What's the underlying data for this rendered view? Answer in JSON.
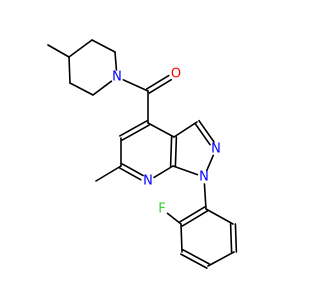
{
  "molecule": {
    "colors": {
      "bond": "#000000",
      "N": "#0000ff",
      "O": "#ff0000",
      "F": "#33cc33"
    },
    "atoms": [
      {
        "id": "c_me1",
        "label": ""
      },
      {
        "id": "c_pip4",
        "label": ""
      },
      {
        "id": "c_pip3a",
        "label": ""
      },
      {
        "id": "c_pip2a",
        "label": ""
      },
      {
        "id": "n_pip",
        "label": "N",
        "element": "N"
      },
      {
        "id": "c_pip2b",
        "label": ""
      },
      {
        "id": "c_pip3b",
        "label": ""
      },
      {
        "id": "c_carb",
        "label": ""
      },
      {
        "id": "o_carb",
        "label": "O",
        "element": "O"
      },
      {
        "id": "c_4",
        "label": ""
      },
      {
        "id": "c_3a",
        "label": ""
      },
      {
        "id": "c_3",
        "label": ""
      },
      {
        "id": "n_2",
        "label": "N",
        "element": "N"
      },
      {
        "id": "n_1",
        "label": "N",
        "element": "N"
      },
      {
        "id": "c_7a",
        "label": ""
      },
      {
        "id": "n_7",
        "label": "N",
        "element": "N"
      },
      {
        "id": "c_6",
        "label": ""
      },
      {
        "id": "c_5",
        "label": ""
      },
      {
        "id": "c_me6",
        "label": ""
      },
      {
        "id": "c_ar1",
        "label": ""
      },
      {
        "id": "c_ar2",
        "label": ""
      },
      {
        "id": "f_ar",
        "label": "F",
        "element": "F"
      },
      {
        "id": "c_ar3",
        "label": ""
      },
      {
        "id": "c_ar4",
        "label": ""
      },
      {
        "id": "c_ar5",
        "label": ""
      },
      {
        "id": "c_ar6",
        "label": ""
      }
    ],
    "bonds": [
      {
        "a": "c_me1",
        "b": "c_pip4",
        "order": 1
      },
      {
        "a": "c_pip4",
        "b": "c_pip3a",
        "order": 1
      },
      {
        "a": "c_pip3a",
        "b": "c_pip2a",
        "order": 1
      },
      {
        "a": "c_pip2a",
        "b": "n_pip",
        "order": 1
      },
      {
        "a": "n_pip",
        "b": "c_pip2b",
        "order": 1
      },
      {
        "a": "c_pip2b",
        "b": "c_pip3b",
        "order": 1
      },
      {
        "a": "c_pip3b",
        "b": "c_pip4",
        "order": 1
      },
      {
        "a": "n_pip",
        "b": "c_carb",
        "order": 1
      },
      {
        "a": "c_carb",
        "b": "o_carb",
        "order": 2
      },
      {
        "a": "c_carb",
        "b": "c_4",
        "order": 1
      },
      {
        "a": "c_4",
        "b": "c_3a",
        "order": 1
      },
      {
        "a": "c_3a",
        "b": "c_3",
        "order": 1
      },
      {
        "a": "c_3",
        "b": "n_2",
        "order": 2
      },
      {
        "a": "n_2",
        "b": "n_1",
        "order": 1
      },
      {
        "a": "n_1",
        "b": "c_7a",
        "order": 1
      },
      {
        "a": "c_7a",
        "b": "c_3a",
        "order": 2
      },
      {
        "a": "c_7a",
        "b": "n_7",
        "order": 1
      },
      {
        "a": "n_7",
        "b": "c_6",
        "order": 2
      },
      {
        "a": "c_6",
        "b": "c_5",
        "order": 1
      },
      {
        "a": "c_5",
        "b": "c_4",
        "order": 2
      },
      {
        "a": "c_6",
        "b": "c_me6",
        "order": 1
      },
      {
        "a": "n_1",
        "b": "c_ar1",
        "order": 1
      },
      {
        "a": "c_ar1",
        "b": "c_ar2",
        "order": 2
      },
      {
        "a": "c_ar2",
        "b": "f_ar",
        "order": 1
      },
      {
        "a": "c_ar2",
        "b": "c_ar3",
        "order": 1
      },
      {
        "a": "c_ar3",
        "b": "c_ar4",
        "order": 2
      },
      {
        "a": "c_ar4",
        "b": "c_ar5",
        "order": 1
      },
      {
        "a": "c_ar5",
        "b": "c_ar6",
        "order": 2
      },
      {
        "a": "c_ar6",
        "b": "c_ar1",
        "order": 1
      }
    ]
  }
}
